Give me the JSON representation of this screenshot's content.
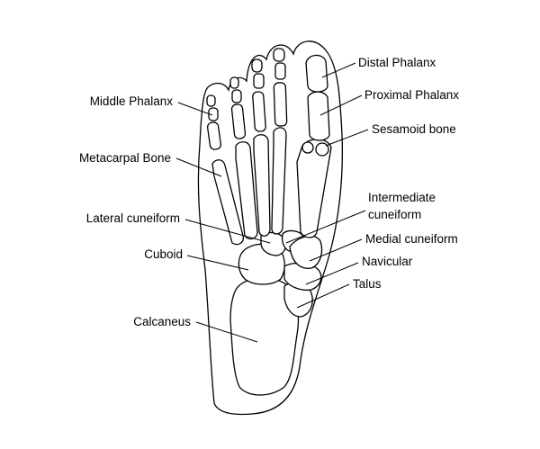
{
  "labels": {
    "distal_phalanx": "Distal Phalanx",
    "proximal_phalanx": "Proximal Phalanx",
    "sesamoid_bone": "Sesamoid bone",
    "middle_phalanx": "Middle Phalanx",
    "metacarpal_bone": "Metacarpal Bone",
    "intermediate_cuneiform_line1": "Intermediate",
    "intermediate_cuneiform_line2": "cuneiform",
    "lateral_cuneiform": "Lateral cuneiform",
    "medial_cuneiform": "Medial cuneiform",
    "cuboid": "Cuboid",
    "navicular": "Navicular",
    "talus": "Talus",
    "calcaneus": "Calcaneus"
  },
  "colors": {
    "line": "#000000",
    "background": "#ffffff"
  }
}
